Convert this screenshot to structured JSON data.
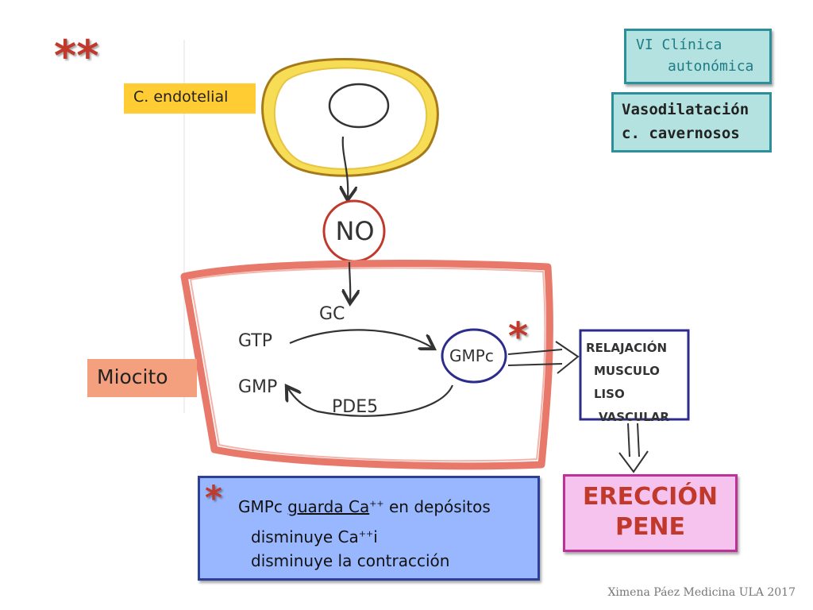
{
  "stars": {
    "double": "**",
    "single_mid": "*",
    "single_note": "*"
  },
  "cells": {
    "endothelial_label": "C. endotelial",
    "myocyte_label": "Miocito",
    "no_label": "NO"
  },
  "reaction": {
    "gtp": "GTP",
    "gc": "GC",
    "gmpc": "GMPc",
    "gmp": "GMP",
    "pde5": "PDE5"
  },
  "relaxation": [
    "RELAJACIÓN",
    "MUSCULO LISO",
    "VASCULAR"
  ],
  "clinic_box": {
    "line1": "VI Clínica",
    "line2": "autonómica"
  },
  "vaso_box": {
    "line1": "Vasodilatación",
    "line2": "c. cavernosos"
  },
  "erection_box": {
    "line1": "ERECCIÓN",
    "line2": "PENE"
  },
  "note_box": {
    "line1_prefix": "GMPc ",
    "line1_underlined": "guarda Ca",
    "line1_sup": "++",
    "line1_suffix": " en depósitos",
    "line2_main": "disminuye Ca",
    "line2_sup": "++",
    "line2_end": "i",
    "line3": "disminuye la contracción"
  },
  "footer": "Ximena Páez Medicina ULA 2017",
  "colors": {
    "endothelial_fill": "#f6dd55",
    "myocyte_border": "#e8786a",
    "no_circle": "#c0392b",
    "gmpc_circle": "#2c2c8c",
    "relax_box": "#2c2c8c",
    "clinic_border": "#2c8f99",
    "erection_border": "#c0309a",
    "note_fill": "#99b7ff"
  }
}
